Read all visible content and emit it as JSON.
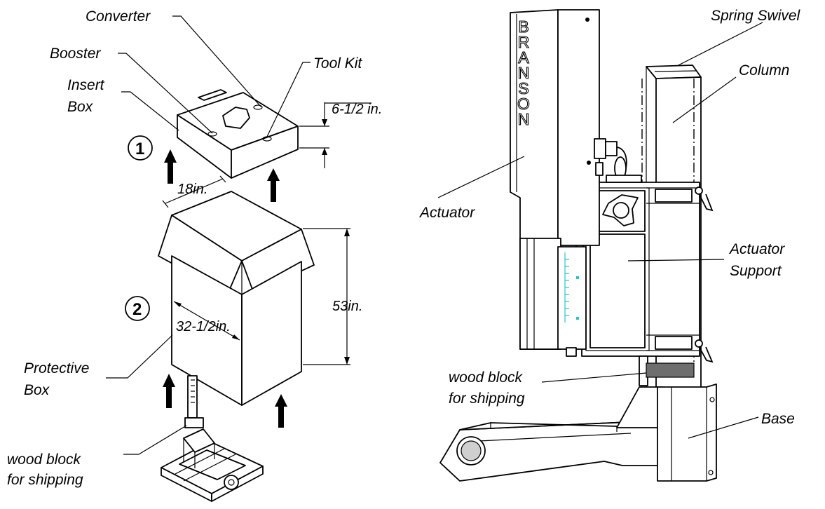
{
  "labels": {
    "converter": "Converter",
    "booster": "Booster",
    "tool_kit": "Tool Kit",
    "insert_box_1": "Insert",
    "insert_box_2": "Box",
    "step_1": "1",
    "step_2": "2",
    "protective_box_1": "Protective",
    "protective_box_2": "Box",
    "wood_block_left_1": "wood block",
    "wood_block_left_2": "for shipping",
    "spring_swivel": "Spring Swivel",
    "column": "Column",
    "actuator": "Actuator",
    "actuator_support_1": "Actuator",
    "actuator_support_2": "Support",
    "wood_block_right_1": "wood block",
    "wood_block_right_2": "for shipping",
    "base": "Base",
    "brand": "BRANSON"
  },
  "dimensions": {
    "insert_height": "6-1/2 in.",
    "box_width": "18in.",
    "box_depth": "32-1/2in.",
    "box_height": "53in."
  }
}
